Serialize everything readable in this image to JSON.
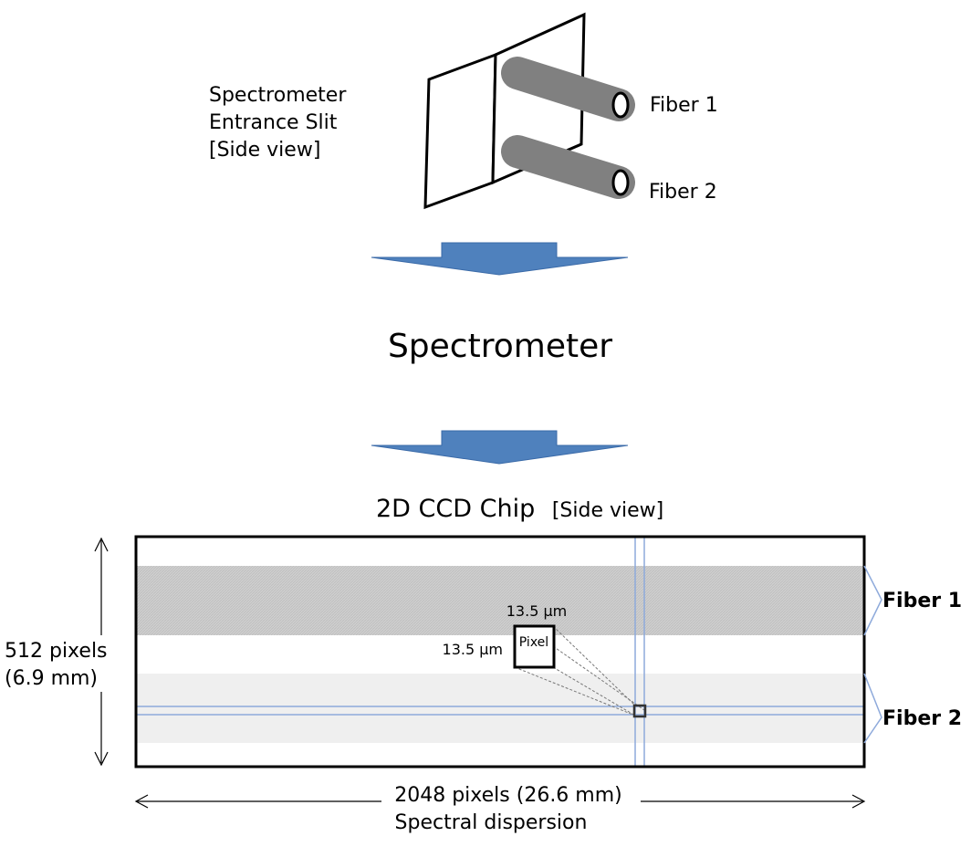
{
  "slit": {
    "label_line1": "Spectrometer",
    "label_line2": "Entrance Slit",
    "label_line3": "[Side view]",
    "fiber1_label": "Fiber 1",
    "fiber2_label": "Fiber 2"
  },
  "spectrometer_label": "Spectrometer",
  "ccd": {
    "title": "2D CCD Chip",
    "title_note": "[Side view]",
    "fiber1_label": "Fiber 1",
    "fiber2_label": "Fiber 2",
    "height_label_line1": "512 pixels",
    "height_label_line2": "(6.9 mm)",
    "width_label_line1": "2048 pixels (26.6 mm)",
    "width_label_line2": "Spectral dispersion",
    "pixel_label": "Pixel",
    "pixel_width": "13.5 μm",
    "pixel_height": "13.5 μm"
  },
  "colors": {
    "arrow_fill": "#4f81bd",
    "arrow_stroke": "#3a6aa8",
    "fiber_tube": "#808080",
    "fiber1_band": "#c9c9c9",
    "fiber2_band": "#efefef",
    "grid_line": "#8eaadb"
  }
}
